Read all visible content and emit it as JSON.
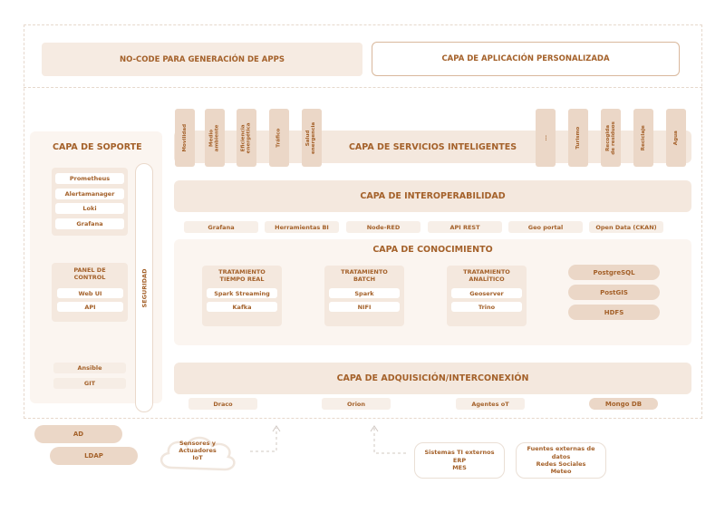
{
  "top": {
    "nocode": "NO-CODE PARA GENERACIÓN DE APPS",
    "custom_app": "CAPA DE APLICACIÓN PERSONALIZADA"
  },
  "support": {
    "title": "CAPA DE SOPORTE",
    "tools": [
      "Prometheus",
      "Alertamanager",
      "Loki",
      "Grafana"
    ],
    "panel_title": "PANEL DE\nCONTROL",
    "panel_items": [
      "Web UI",
      "API"
    ],
    "bottom_items": [
      "Ansible",
      "GIT"
    ],
    "security": "SEGURIDAD"
  },
  "services": {
    "title": "CAPA DE SERVICIOS INTELIGENTES",
    "left_tabs": [
      "Movilidad",
      "Medio\nambiente",
      "Eficiencia\nenergética",
      "Tráfico",
      "Salud\nenergencia"
    ],
    "right_tabs": [
      "...",
      "Turismo",
      "Recogida\nde residuos",
      "Reciclaje",
      "Agua"
    ]
  },
  "interop": {
    "title": "CAPA DE INTEROPERABILIDAD",
    "items": [
      "Grafana",
      "Herramientas BI",
      "Node-RED",
      "API REST",
      "Geo portal",
      "Open Data (CKAN)"
    ]
  },
  "knowledge": {
    "title": "CAPA DE CONOCIMIENTO",
    "groups": [
      {
        "title": "TRATAMIENTO\nTIEMPO REAL",
        "items": [
          "Spark Streaming",
          "Kafka"
        ]
      },
      {
        "title": "TRATAMIENTO\nBATCH",
        "items": [
          "Spark",
          "NIFI"
        ]
      },
      {
        "title": "TRATAMIENTO\nANALÍTICO",
        "items": [
          "Geoserver",
          "Trino"
        ]
      }
    ],
    "stores": [
      "PostgreSQL",
      "PostGIS",
      "HDFS"
    ]
  },
  "acquisition": {
    "title": "CAPA DE ADQUISICIÓN/INTERCONEXIÓN",
    "items": [
      "Draco",
      "Orion",
      "Agentes oT",
      "Mongo DB"
    ]
  },
  "external": {
    "auth": [
      "AD",
      "LDAP"
    ],
    "sensors": "Sensores y\nActuadores\nIoT",
    "it_systems": "Sistemas TI externos\nERP\nMES",
    "ext_sources": "Fuentes externas de\ndatos\nRedes Sociales\nMeteo"
  },
  "colors": {
    "accent": "#a4612a",
    "band": "#f4e8de",
    "panel": "#fbf5f0",
    "pill": "#ebd7c7"
  }
}
